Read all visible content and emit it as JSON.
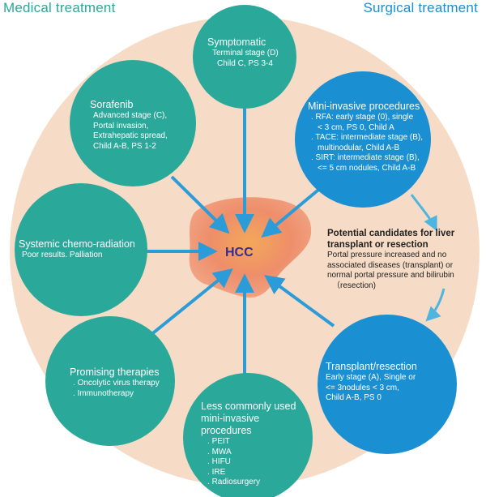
{
  "headers": {
    "medical": "Medical treatment",
    "surgical": "Surgical treatment"
  },
  "colors": {
    "medical_teal": "#2aa99a",
    "surgical_blue": "#1a8fd1",
    "background_circle": "#f6dcc6",
    "liver": "#ee9a6e",
    "hcc_text": "#3a2c8a"
  },
  "center": {
    "label": "HCC"
  },
  "nodes": {
    "symptomatic": {
      "title": "Symptomatic",
      "lines": [
        "Terminal stage (D)",
        "Child C, PS 3-4"
      ]
    },
    "sorafenib": {
      "title": "Sorafenib",
      "lines": [
        "Advanced stage (C),",
        "Portal invasion,",
        "Extrahepatic spread,",
        "Child A-B, PS 1-2"
      ]
    },
    "systemic": {
      "title": "Systemic chemo-radiation",
      "lines": [
        "Poor results. Palliation"
      ]
    },
    "promising": {
      "title": "Promising therapies",
      "items": [
        "Oncolytic virus therapy",
        "Immunotherapy"
      ]
    },
    "less_common": {
      "title": "Less commonly used mini-invasive procedures",
      "items": [
        "PEIT",
        "MWA",
        "HIFU",
        "IRE",
        "Radiosurgery"
      ]
    },
    "mini_invasive": {
      "title": "Mini-invasive procedures",
      "lines": [
        ". RFA: early stage (0), single",
        "< 3 cm, PS 0, Child A",
        ". TACE: intermediate stage (B),",
        "multinodular, Child A-B",
        ". SIRT: intermediate stage (B),",
        "<= 5 cm nodules, Child A-B"
      ]
    },
    "transplant": {
      "title": "Transplant/resection",
      "lines": [
        "Early stage (A), Single or",
        "<= 3nodules < 3 cm,",
        "Child A-B, PS 0"
      ]
    }
  },
  "candidates": {
    "title": "Potential candidates for liver transplant or resection",
    "lines": [
      "Portal pressure increased and no",
      "associated diseases (transplant) or",
      "normal portal pressure and bilirubin",
      "（resection)"
    ]
  }
}
